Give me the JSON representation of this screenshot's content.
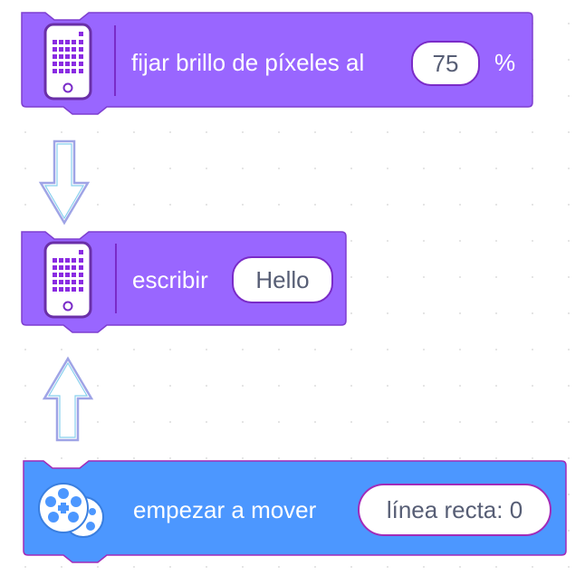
{
  "colors": {
    "purple_fill": "#9966ff",
    "purple_border": "#7e3fd0",
    "blue_fill": "#4c97ff",
    "blue_border": "#a22bb8",
    "pill_border_purple": "#7a2bc8",
    "pill_border_blue": "#a22bb8",
    "pill_text": "#575e75",
    "label_text": "#ffffff",
    "arrow_outer": "#9fa4e6",
    "arrow_inner": "#88d0ee"
  },
  "blocks": [
    {
      "id": "set-brightness",
      "category": "display",
      "icon": "device-screen-icon",
      "label": "fijar brillo de píxeles al",
      "value": "75",
      "suffix": "%"
    },
    {
      "id": "write-text",
      "category": "display",
      "icon": "device-screen-icon",
      "label": "escribir",
      "value": "Hello"
    },
    {
      "id": "start-moving",
      "category": "motion",
      "icon": "wheels-icon",
      "label": "empezar a mover",
      "value": "línea recta: 0"
    }
  ],
  "arrows": [
    {
      "id": "arrow-down",
      "direction": "down"
    },
    {
      "id": "arrow-up",
      "direction": "up"
    }
  ]
}
